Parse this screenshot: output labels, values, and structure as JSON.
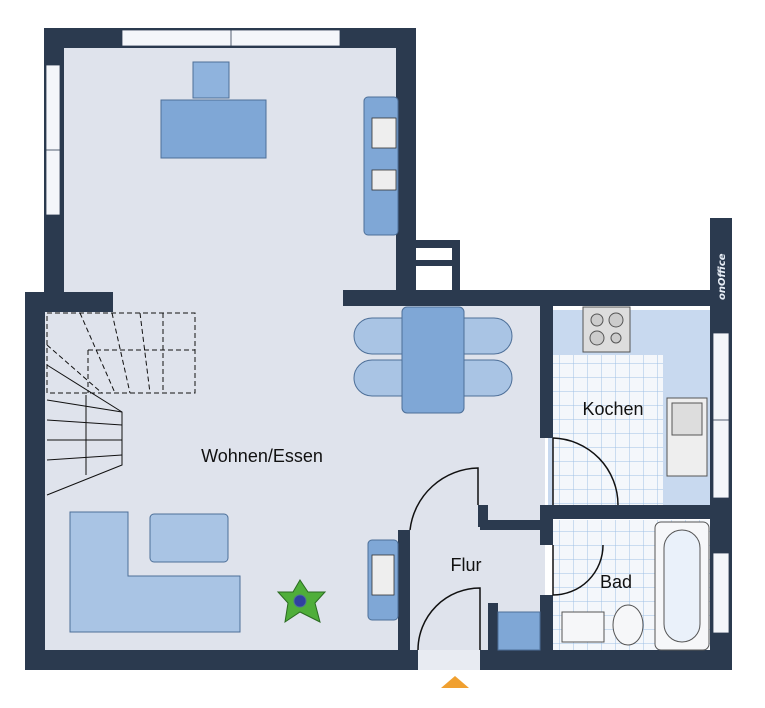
{
  "rooms": {
    "living": "Wohnen/Essen",
    "kitchen": "Kochen",
    "hall": "Flur",
    "bath": "Bad"
  },
  "logo": "onOffice",
  "colors": {
    "wall": "#2b3a4f",
    "floor": "#dfe3ec",
    "furniture": "#7fa7d6",
    "furniture_light": "#a9c4e4",
    "tile": "#f4f7fb",
    "entrance_marker": "#f0a030"
  }
}
